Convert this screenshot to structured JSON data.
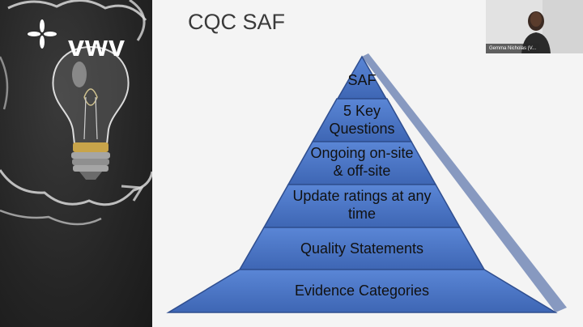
{
  "slide": {
    "title": "CQC SAF",
    "logo": "vwv",
    "colors": {
      "pyramid_fill": "#4a74c8",
      "pyramid_stroke": "#2f4e8f",
      "chalkboard": "#252525"
    },
    "pyramid_tiers": [
      {
        "label": "SAF"
      },
      {
        "label": "5 Key Questions"
      },
      {
        "label": "Ongoing on-site & off-site"
      },
      {
        "label": "Update ratings at any time"
      },
      {
        "label": "Quality Statements"
      },
      {
        "label": "Evidence Categories"
      }
    ]
  },
  "webcam": {
    "participant_name": "Gemma Nicholas (V..."
  },
  "icons": [
    "lightbulb-icon",
    "vwv-logo-icon"
  ]
}
